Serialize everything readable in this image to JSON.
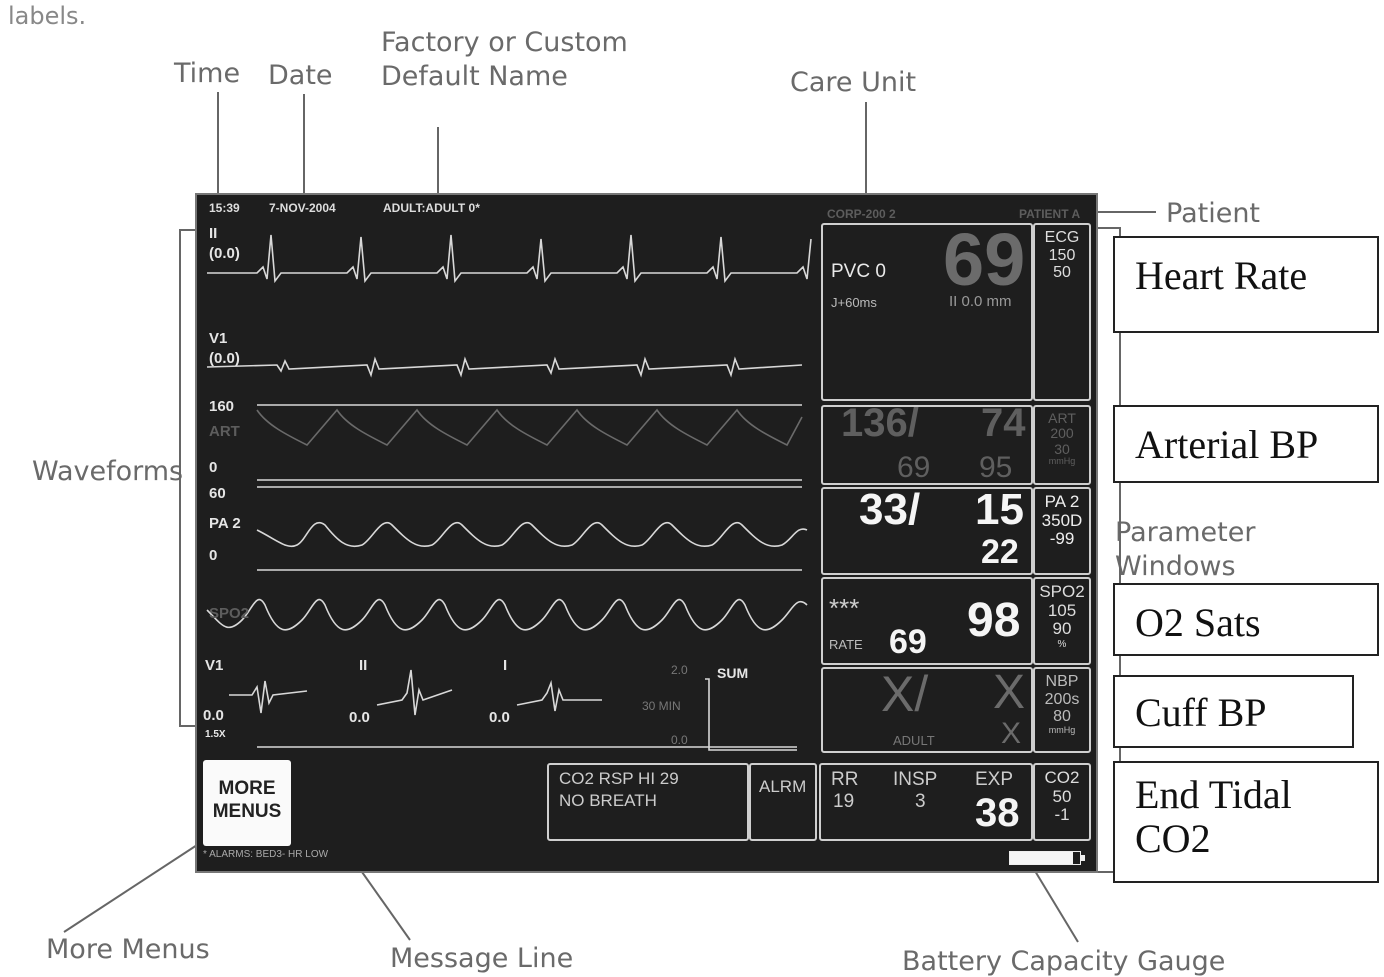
{
  "top_cut_text": "labels.",
  "annotations": {
    "time": "Time",
    "date": "Date",
    "factory_line1": "Factory or Custom",
    "factory_line2": "Default Name",
    "care_unit": "Care Unit",
    "patient": "Patient",
    "waveforms": "Waveforms",
    "parameter_line1": "Parameter",
    "parameter_line2": "Windows",
    "more_menus": "More Menus",
    "message_line": "Message Line",
    "battery": "Battery Capacity Gauge"
  },
  "boxes": {
    "heart_rate": "Heart Rate",
    "arterial_bp": "Arterial BP",
    "o2_sats": "O2 Sats",
    "cuff_bp": "Cuff BP",
    "etco2_line1": "End Tidal",
    "etco2_line2": "CO2"
  },
  "monitor": {
    "time": "15:39",
    "date": "7-NOV-2004",
    "default_name": "ADULT:ADULT 0*",
    "care_unit": "CORP-200 2",
    "patient": "PATIENT A",
    "waves": {
      "ii_label": "II",
      "ii_value": "(0.0)",
      "v1_label": "V1",
      "v1_value": "(0.0)",
      "art_top": "160",
      "art_label": "ART",
      "art_bottom": "0",
      "pa_top": "60",
      "pa_label": "PA 2",
      "pa_bottom": "0",
      "spo2_label": "SPO2"
    },
    "st": {
      "v1_label": "V1",
      "v1_value": "0.0",
      "v1_gain": "1.5X",
      "ii_label": "II",
      "ii_value": "0.0",
      "i_label": "I",
      "i_value": "0.0",
      "trend_top": "2.0",
      "trend_mid": "30 MIN",
      "trend_bottom": "0.0",
      "sum_label": "SUM"
    },
    "ecg": {
      "pvc": "PVC 0",
      "jpoint": "J+60ms",
      "hr": "69",
      "st": "II 0.0 mm",
      "side_name": "ECG",
      "side_hi": "150",
      "side_lo": "50"
    },
    "art": {
      "sys": "136/",
      "dia": "74",
      "mean_a": "69",
      "mean_b": "95",
      "side_name": "ART",
      "side_hi": "200",
      "side_lo": "30",
      "side_unit": "mmHg"
    },
    "pa": {
      "sys": "33/",
      "dia": "15",
      "mean": "22",
      "side_name": "PA 2",
      "side_hi": "350D",
      "side_lo": "-99"
    },
    "spo2": {
      "stars": "***",
      "rate_label": "RATE",
      "rate": "69",
      "value": "98",
      "side_name": "SPO2",
      "side_hi": "105",
      "side_lo": "90",
      "side_unit": "%"
    },
    "nbp": {
      "sys": "X/",
      "dia": "X",
      "mean": "X",
      "mode": "ADULT",
      "side_name": "NBP",
      "side_hi": "200s",
      "side_lo": "80",
      "side_unit": "mmHg"
    },
    "co2": {
      "msg1": "CO2 RSP HI 29",
      "msg2": "NO BREATH",
      "alrm": "ALRM",
      "rr_label": "RR",
      "rr": "19",
      "insp_label": "INSP",
      "insp": "3",
      "exp_label": "EXP",
      "exp": "38",
      "side_name": "CO2",
      "side_hi": "50",
      "side_lo": "-1"
    },
    "more_menus_line1": "MORE",
    "more_menus_line2": "MENUS",
    "message": "* ALARMS: BED3- HR LOW",
    "battery_level": 0.9
  }
}
